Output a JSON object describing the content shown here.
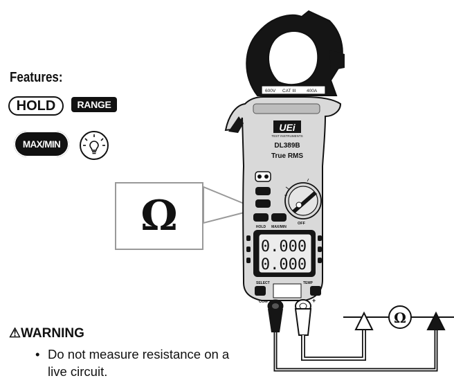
{
  "features": {
    "title": "Features:",
    "hold_label": "HOLD",
    "range_label": "RANGE",
    "maxmin_label": "MAX/MIN",
    "backlight_icon": "lightbulb-icon"
  },
  "callout": {
    "symbol": "Ω"
  },
  "meter": {
    "brand": "UEi",
    "brand_sub": "TEST INSTRUMENTS",
    "model": "DL389B",
    "subtitle": "True RMS",
    "jaw_rating_left": "600V",
    "jaw_rating_mid": "CAT III",
    "jaw_rating_right": "400A",
    "display_top": "0.000",
    "display_bottom": "0.000",
    "hold_button_label": "HOLD",
    "maxmin_button_label": "MAX/MIN",
    "select_label": "SELECT",
    "temp_label": "TEMP",
    "com_label": "COM",
    "off_label": "OFF",
    "plus_label": "+"
  },
  "circuit": {
    "resistor_symbol": "Ω"
  },
  "warning": {
    "title": "WARNING",
    "icon": "warning-triangle-icon",
    "item": "Do not measure resistance on a live circuit."
  },
  "colors": {
    "ink": "#111111",
    "body_gray": "#d9d9d9",
    "callout_border": "#999999"
  }
}
